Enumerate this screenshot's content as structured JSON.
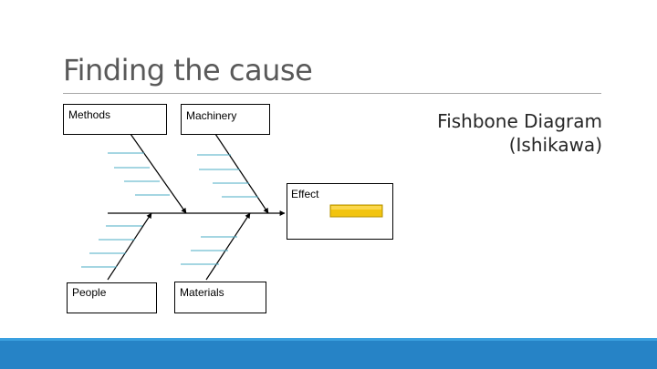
{
  "slide": {
    "title": "Finding the cause",
    "subtitle_line1": "Fishbone Diagram",
    "subtitle_line2": "(Ishikawa)"
  },
  "diagram": {
    "categories": {
      "methods": "Methods",
      "machinery": "Machinery",
      "people": "People",
      "materials": "Materials"
    },
    "effect": "Effect",
    "colors": {
      "spine": "#000000",
      "rib": "#4bacc6",
      "effect_bar": "#f2c40f",
      "effect_bar_border": "#b38f00",
      "footer": "#2683c6"
    }
  }
}
